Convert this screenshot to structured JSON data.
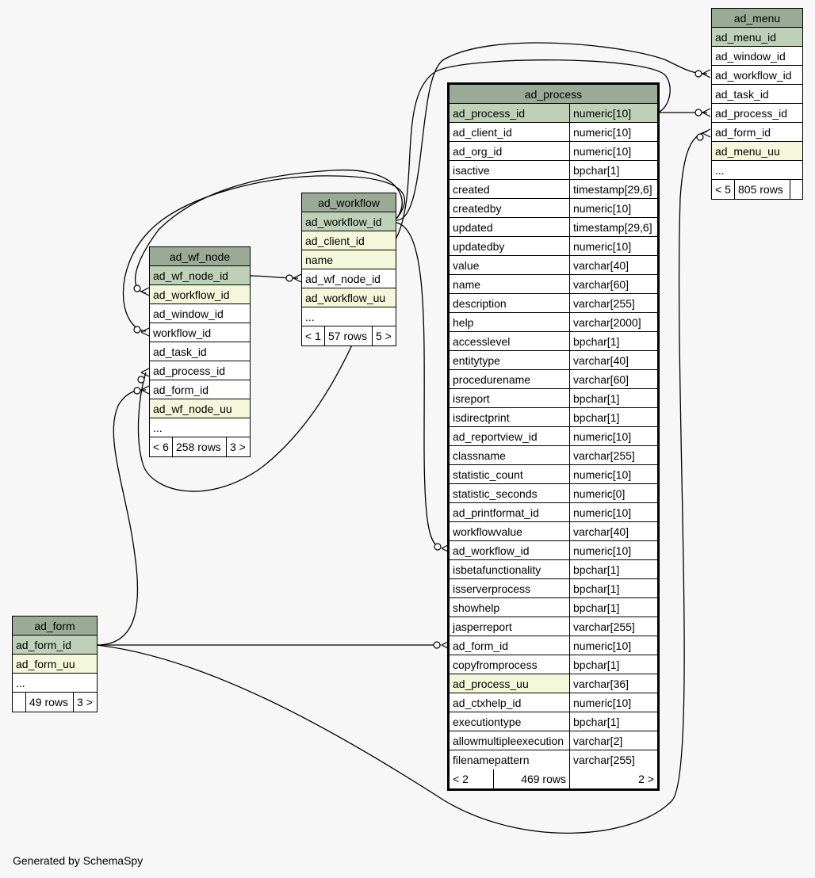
{
  "colors": {
    "background": "#f7f7f7",
    "header": "#9aaa96",
    "primary_key": "#bed1b8",
    "indexed": "#f4f7da"
  },
  "ad_menu": {
    "title": "ad_menu",
    "columns": [
      "ad_menu_id",
      "ad_window_id",
      "ad_workflow_id",
      "ad_task_id",
      "ad_process_id",
      "ad_form_id",
      "ad_menu_uu"
    ],
    "more": "...",
    "footer": [
      "< 5",
      "805 rows",
      ""
    ]
  },
  "ad_process": {
    "title": "ad_process",
    "columns": [
      [
        "ad_process_id",
        "numeric[10]"
      ],
      [
        "ad_client_id",
        "numeric[10]"
      ],
      [
        "ad_org_id",
        "numeric[10]"
      ],
      [
        "isactive",
        "bpchar[1]"
      ],
      [
        "created",
        "timestamp[29,6]"
      ],
      [
        "createdby",
        "numeric[10]"
      ],
      [
        "updated",
        "timestamp[29,6]"
      ],
      [
        "updatedby",
        "numeric[10]"
      ],
      [
        "value",
        "varchar[40]"
      ],
      [
        "name",
        "varchar[60]"
      ],
      [
        "description",
        "varchar[255]"
      ],
      [
        "help",
        "varchar[2000]"
      ],
      [
        "accesslevel",
        "bpchar[1]"
      ],
      [
        "entitytype",
        "varchar[40]"
      ],
      [
        "procedurename",
        "varchar[60]"
      ],
      [
        "isreport",
        "bpchar[1]"
      ],
      [
        "isdirectprint",
        "bpchar[1]"
      ],
      [
        "ad_reportview_id",
        "numeric[10]"
      ],
      [
        "classname",
        "varchar[255]"
      ],
      [
        "statistic_count",
        "numeric[10]"
      ],
      [
        "statistic_seconds",
        "numeric[0]"
      ],
      [
        "ad_printformat_id",
        "numeric[10]"
      ],
      [
        "workflowvalue",
        "varchar[40]"
      ],
      [
        "ad_workflow_id",
        "numeric[10]"
      ],
      [
        "isbetafunctionality",
        "bpchar[1]"
      ],
      [
        "isserverprocess",
        "bpchar[1]"
      ],
      [
        "showhelp",
        "bpchar[1]"
      ],
      [
        "jasperreport",
        "varchar[255]"
      ],
      [
        "ad_form_id",
        "numeric[10]"
      ],
      [
        "copyfromprocess",
        "bpchar[1]"
      ],
      [
        "ad_process_uu",
        "varchar[36]"
      ],
      [
        "ad_ctxhelp_id",
        "numeric[10]"
      ],
      [
        "executiontype",
        "bpchar[1]"
      ],
      [
        "allowmultipleexecution",
        "varchar[2]"
      ],
      [
        "filenamepattern",
        "varchar[255]"
      ]
    ],
    "footer": [
      "< 2",
      "469 rows",
      "2 >"
    ]
  },
  "ad_workflow": {
    "title": "ad_workflow",
    "columns": [
      "ad_workflow_id",
      "ad_client_id",
      "name",
      "ad_wf_node_id",
      "ad_workflow_uu"
    ],
    "more": "...",
    "footer": [
      "< 1",
      "57 rows",
      "5 >"
    ]
  },
  "ad_wf_node": {
    "title": "ad_wf_node",
    "columns": [
      "ad_wf_node_id",
      "ad_workflow_id",
      "ad_window_id",
      "workflow_id",
      "ad_task_id",
      "ad_process_id",
      "ad_form_id",
      "ad_wf_node_uu"
    ],
    "more": "...",
    "footer": [
      "< 6",
      "258 rows",
      "3 >"
    ]
  },
  "ad_form": {
    "title": "ad_form",
    "columns": [
      "ad_form_id",
      "ad_form_uu"
    ],
    "more": "...",
    "footer": [
      "",
      "49 rows",
      "3 >"
    ]
  },
  "generated_by": "Generated by SchemaSpy"
}
